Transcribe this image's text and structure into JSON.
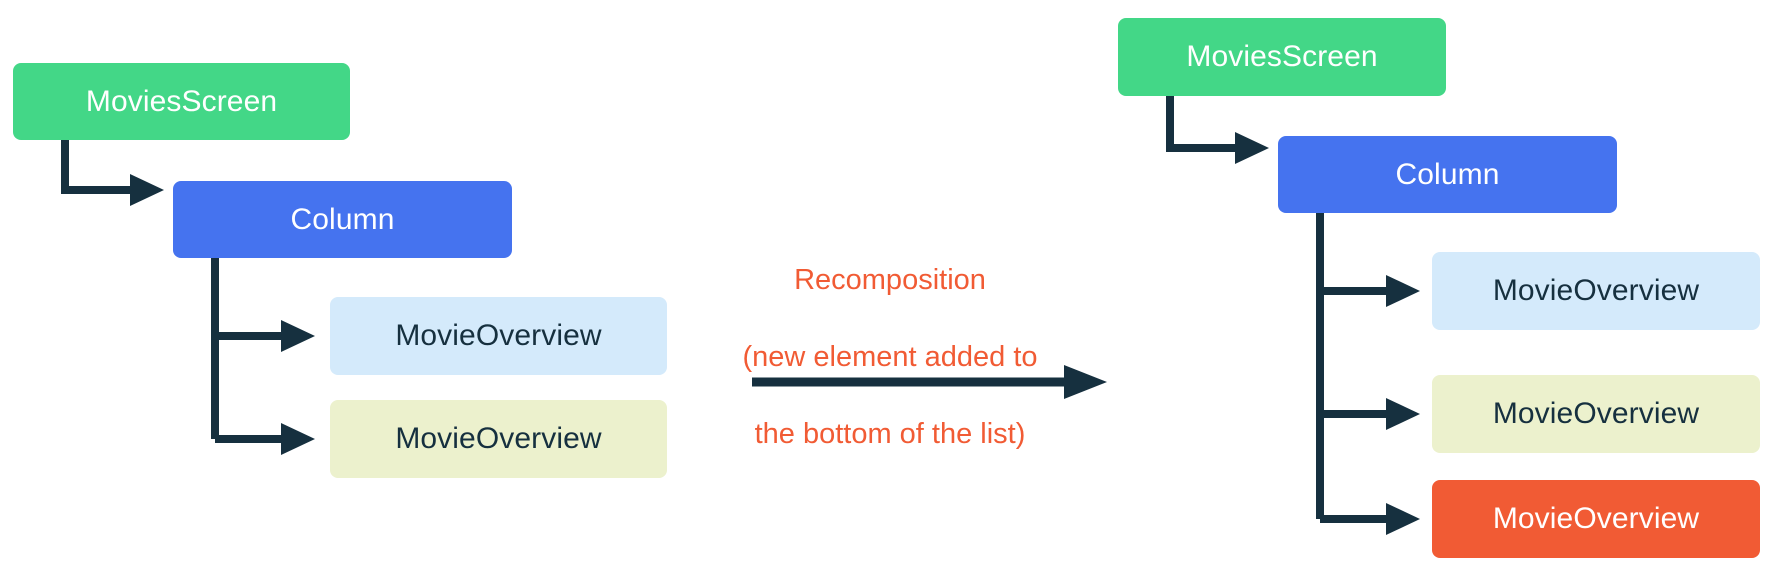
{
  "diagram": {
    "title_text": "Recomposition (new element added to the bottom of the list)",
    "colors": {
      "green": "#43D787",
      "blue": "#4573EF",
      "light_blue": "#D4EAFB",
      "light_yellow": "#ECF1CD",
      "orange": "#F15B34",
      "connector": "#16303F",
      "white_text": "#FFFFFF",
      "dark_text": "#16303F",
      "background": "#FFFFFF"
    },
    "before": {
      "caption": "before-tree",
      "nodes": [
        {
          "id": "movies-screen",
          "label": "MoviesScreen",
          "fill": "green",
          "text": "white"
        },
        {
          "id": "column",
          "label": "Column",
          "fill": "blue",
          "text": "white"
        },
        {
          "id": "movie-overview-1",
          "label": "MovieOverview",
          "fill": "light_blue",
          "text": "dark"
        },
        {
          "id": "movie-overview-2",
          "label": "MovieOverview",
          "fill": "light_yellow",
          "text": "dark"
        }
      ]
    },
    "transition": {
      "line1": "Recomposition",
      "line2": "(new element added to",
      "line3": "the bottom of the list)",
      "arrow_direction": "right"
    },
    "after": {
      "caption": "after-tree",
      "nodes": [
        {
          "id": "movies-screen",
          "label": "MoviesScreen",
          "fill": "green",
          "text": "white"
        },
        {
          "id": "column",
          "label": "Column",
          "fill": "blue",
          "text": "white"
        },
        {
          "id": "movie-overview-1",
          "label": "MovieOverview",
          "fill": "light_blue",
          "text": "dark"
        },
        {
          "id": "movie-overview-2",
          "label": "MovieOverview",
          "fill": "light_yellow",
          "text": "dark"
        },
        {
          "id": "movie-overview-3",
          "label": "MovieOverview",
          "fill": "orange",
          "text": "white"
        }
      ]
    }
  }
}
